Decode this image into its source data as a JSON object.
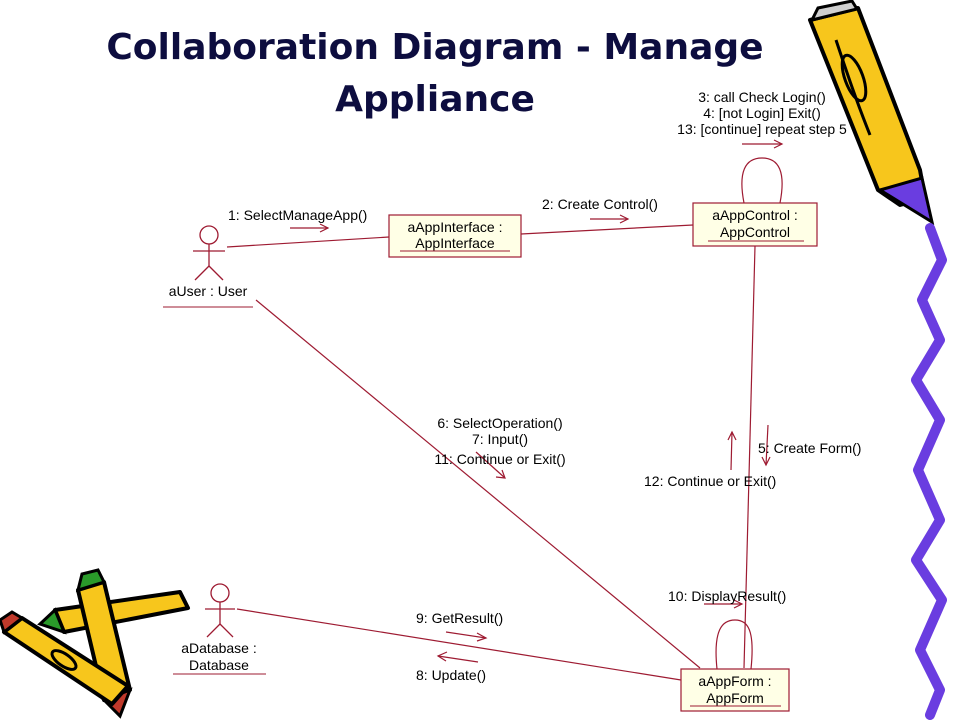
{
  "title": "Collaboration Diagram - Manage Appliance",
  "objects": {
    "app_interface": {
      "line1": "aAppInterface :",
      "line2": "AppInterface"
    },
    "app_control": {
      "line1": "aAppControl :",
      "line2": "AppControl"
    },
    "app_form": {
      "line1": "aAppForm :",
      "line2": "AppForm"
    }
  },
  "actors": {
    "user": {
      "label": "aUser : User"
    },
    "database": {
      "line1": "aDatabase :",
      "line2": "Database"
    }
  },
  "messages": {
    "m1": "1: SelectManageApp()",
    "m2": "2: Create Control()",
    "m3": "3: call Check Login()",
    "m4": "4: [not Login] Exit()",
    "m13": "13: [continue] repeat step 5",
    "m5": "5: Create Form()",
    "m12": "12: Continue or Exit()",
    "m6": "6: SelectOperation()",
    "m7": "7: Input()",
    "m11": "11: Continue or Exit()",
    "m10": "10: DisplayResult()",
    "m9": "9: GetResult()",
    "m8": "8: Update()"
  },
  "colors": {
    "link": "#9e1b32",
    "box_fill": "#ffffe6",
    "title": "#0d0d3f",
    "pencil_yellow": "#f7c61c",
    "pencil_purple": "#6a3de0"
  }
}
